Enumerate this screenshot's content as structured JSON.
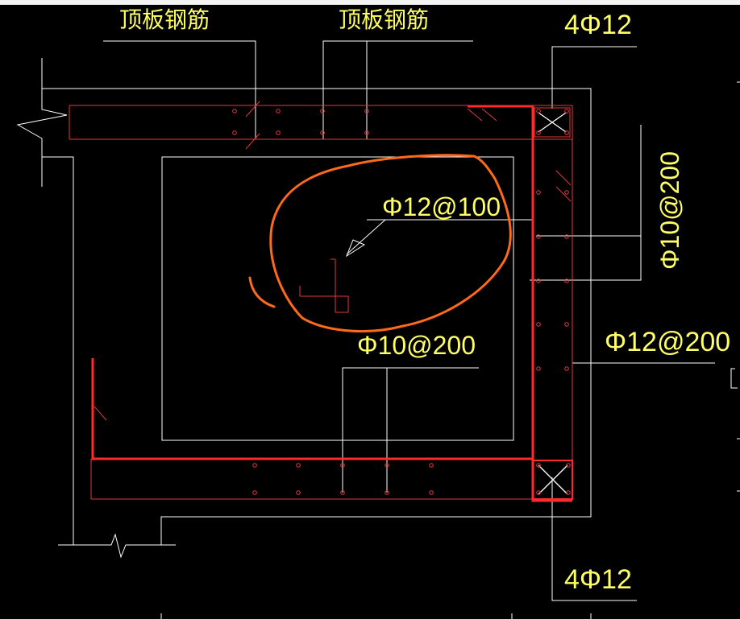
{
  "drawing": {
    "colors": {
      "background": "#000000",
      "outline": "#ffffff",
      "rebar": "#ff2a2a",
      "rebar_thin": "#e23a3a",
      "annotation_text": "#ffff66",
      "markup": "#ff6a1a"
    },
    "labels": {
      "top_left": "顶板钢筋",
      "top_middle": "顶板钢筋",
      "corner_top": "4Φ12",
      "corner_bottom": "4Φ12",
      "right_upper": "Φ10@200",
      "right_middle": "Φ12@200",
      "center_upper": "Φ12@100",
      "center_lower": "Φ10@200"
    }
  }
}
